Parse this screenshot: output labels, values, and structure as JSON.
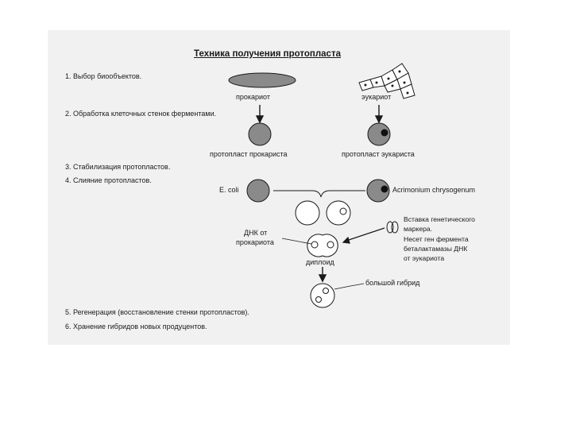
{
  "title": "Техника получения протопласта",
  "steps": {
    "s1": "1. Выбор биообъектов.",
    "s2": "2. Обработка клеточных стенок ферментами.",
    "s3": "3. Стабилизация протопластов.",
    "s4": "4. Слияние протопластов.",
    "s5": "5. Регенерация (восстановление стенки протопластов).",
    "s6": "6. Хранение гибридов новых продуцентов."
  },
  "labels": {
    "prokaryote": "прокариот",
    "eukaryote": "эукариот",
    "protoplast_prokaryote": "протопласт прокариста",
    "protoplast_eukaryote": "протопласт эукариста",
    "ecoli": "E. coli",
    "acremonium": "Acrimonium chrysogenum",
    "dna_line1": "ДНК от",
    "dna_line2": "прокариота",
    "diploid": "диплоид",
    "big_hybrid": "большой гибрид"
  },
  "marker_note": [
    "Вставка генетического",
    "маркера.",
    "Несет ген фермента",
    "беталактамазы ДНК",
    " от эукариота"
  ],
  "colors": {
    "sheet": "#f1f1f1",
    "cell_fill": "#8a8a8a",
    "ink": "#1a1a1a"
  }
}
